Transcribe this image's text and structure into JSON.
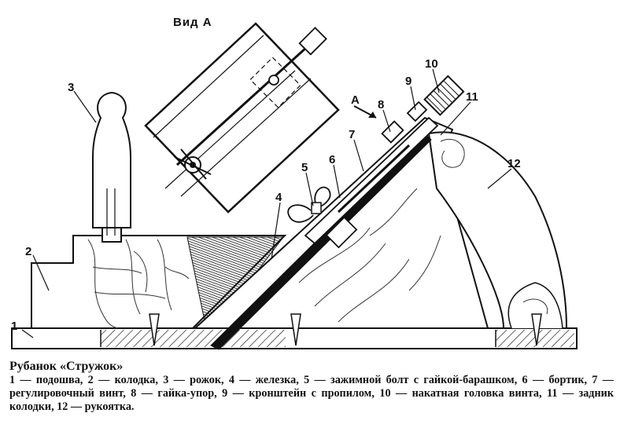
{
  "view_label": "Вид А",
  "direction_label": "А",
  "parts": [
    {
      "num": "1"
    },
    {
      "num": "2"
    },
    {
      "num": "3"
    },
    {
      "num": "4"
    },
    {
      "num": "5"
    },
    {
      "num": "6"
    },
    {
      "num": "7"
    },
    {
      "num": "8"
    },
    {
      "num": "9"
    },
    {
      "num": "10"
    },
    {
      "num": "11"
    },
    {
      "num": "12"
    }
  ],
  "caption": {
    "title": "Рубанок «Стружок»",
    "legend": "1 — подошва, 2 — колодка, 3 — рожок, 4 — железка, 5 — зажимной болт с гайкой-барашком, 6 — бортик, 7 — регулировочный винт, 8 — гайка-упор, 9 — кронштейн с пропилом, 10 — накатная головка винта, 11 — задник колодки, 12 — рукоятка."
  }
}
